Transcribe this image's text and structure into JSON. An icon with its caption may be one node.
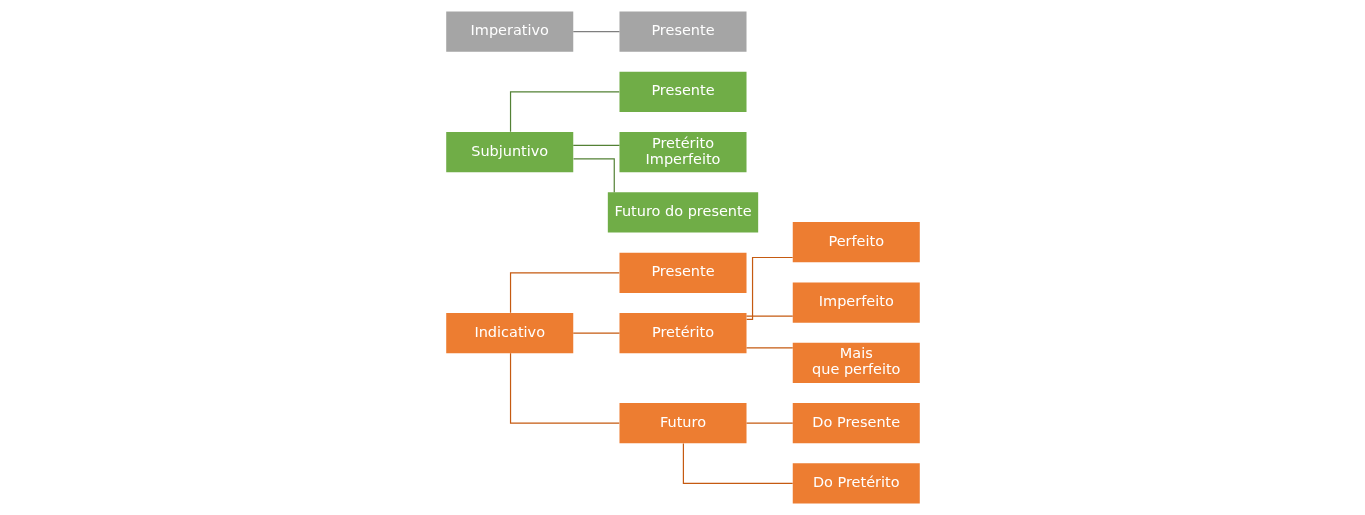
{
  "diagram": {
    "nodes": [
      {
        "text": [
          "Indicativo"
        ]
      },
      {
        "text": [
          "Presente"
        ]
      },
      {
        "text": [
          "Pretérito"
        ]
      },
      {
        "text": [
          "Futuro"
        ]
      },
      {
        "text": [
          "Perfeito"
        ]
      },
      {
        "text": [
          "Imperfeito"
        ]
      },
      {
        "text": [
          "Mais que perfeito"
        ]
      },
      {
        "text": [
          "Do Presente"
        ]
      },
      {
        "text": [
          "Do Pretérito"
        ]
      },
      {
        "text": [
          "Subjuntivo"
        ]
      },
      {
        "text": [
          "Presente"
        ]
      },
      {
        "text": [
          "Pretérito Imperfeito"
        ]
      },
      {
        "text": [
          "Futuro do presente"
        ]
      },
      {
        "text": [
          "Imperativo"
        ]
      },
      {
        "text": [
          "Presente"
        ]
      }
    ],
    "edges": [
      {
        "from": 0,
        "to": 1,
        "arrow": "none"
      },
      {
        "from": 0,
        "to": 2,
        "arrow": "none"
      },
      {
        "from": 0,
        "to": 3,
        "arrow": "none"
      },
      {
        "from": 2,
        "to": 4,
        "arrow": "none"
      },
      {
        "from": 2,
        "to": 5,
        "arrow": "none"
      },
      {
        "from": 2,
        "to": 6,
        "arrow": "none"
      },
      {
        "from": 3,
        "to": 7,
        "arrow": "none"
      },
      {
        "from": 3,
        "to": 8,
        "arrow": "none"
      },
      {
        "from": 9,
        "to": 10,
        "arrow": "none",
        "color": "#538135"
      },
      {
        "from": 9,
        "to": 11,
        "arrow": "none",
        "color": "#538135"
      },
      {
        "from": 9,
        "to": 12,
        "arrow": "none",
        "color": "#538135"
      },
      {
        "from": 13,
        "to": 14,
        "arrow": "none",
        "color": "#7f7f7f"
      }
    ]
  }
}
